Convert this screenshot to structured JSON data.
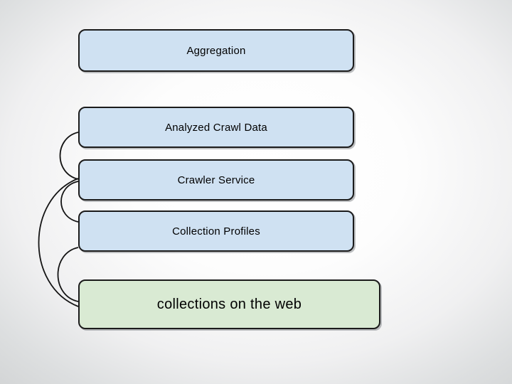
{
  "diagram": {
    "kind": "slide-flow-diagram",
    "boxes": [
      {
        "id": "aggregation",
        "label": "Aggregation",
        "fill": "#cfe1f2"
      },
      {
        "id": "analyzed-crawl-data",
        "label": "Analyzed Crawl Data",
        "fill": "#cfe1f2"
      },
      {
        "id": "crawler-service",
        "label": "Crawler Service",
        "fill": "#cfe1f2"
      },
      {
        "id": "collection-profiles",
        "label": "Collection Profiles",
        "fill": "#cfe1f2"
      },
      {
        "id": "collections-on-the-web",
        "label": "collections on the web",
        "fill": "#d9ead3"
      }
    ],
    "connectors": [
      {
        "from": "analyzed-crawl-data",
        "to": "crawler-service",
        "shape": "left-side-arc"
      },
      {
        "from": "crawler-service",
        "to": "collection-profiles",
        "shape": "left-side-arc"
      },
      {
        "from": "collection-profiles",
        "to": "collections-on-the-web",
        "shape": "left-side-arc"
      },
      {
        "from": "crawler-service",
        "to": "collections-on-the-web",
        "shape": "left-side-large-arc"
      }
    ],
    "colors": {
      "box_blue_fill": "#cfe1f2",
      "box_green_fill": "#d9ead3",
      "box_border": "#1b1b1b",
      "connector_stroke": "#141414",
      "background_center": "#ffffff",
      "background_edge": "#d2d4d5",
      "text": "#000000"
    }
  }
}
